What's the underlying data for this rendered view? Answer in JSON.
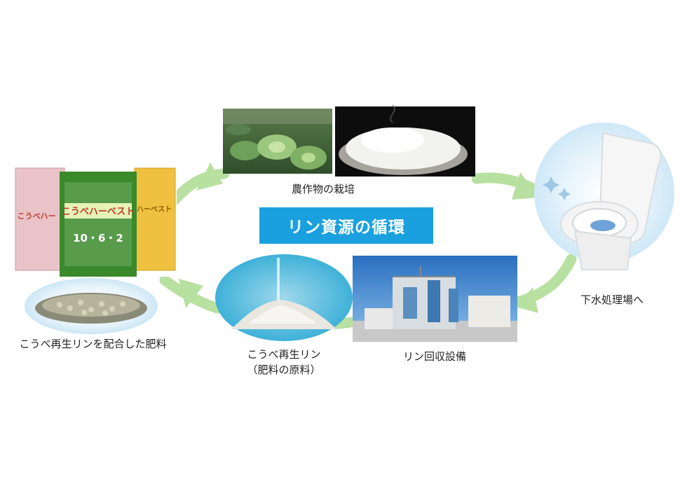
{
  "title": "リン資源の循環",
  "labels": {
    "crops": "農作物の栽培",
    "toilet": "下水処理場へ",
    "recovery": "リン回収設備",
    "recycled_line1": "こうべ再生リン",
    "recycled_line2": "（肥料の原料）",
    "fertilizer": "こうべ再生リンを配合した肥料"
  },
  "photo_text": {
    "bag_front_name": "こうべハーベスト",
    "bag_numbers": "10・6・2",
    "bag_left_name": "こうべハー",
    "bag_right_name": "ハーベスト"
  },
  "colors": {
    "arrow": "#b8e0a0",
    "title_bg": "#1aa0df",
    "bag_green": "#3a8a2c",
    "bag_yellow": "#f0c040",
    "bag_pink": "#e9c3c8"
  },
  "icons": [
    "cycle-arrow",
    "toilet-icon",
    "sparkle-icon"
  ]
}
